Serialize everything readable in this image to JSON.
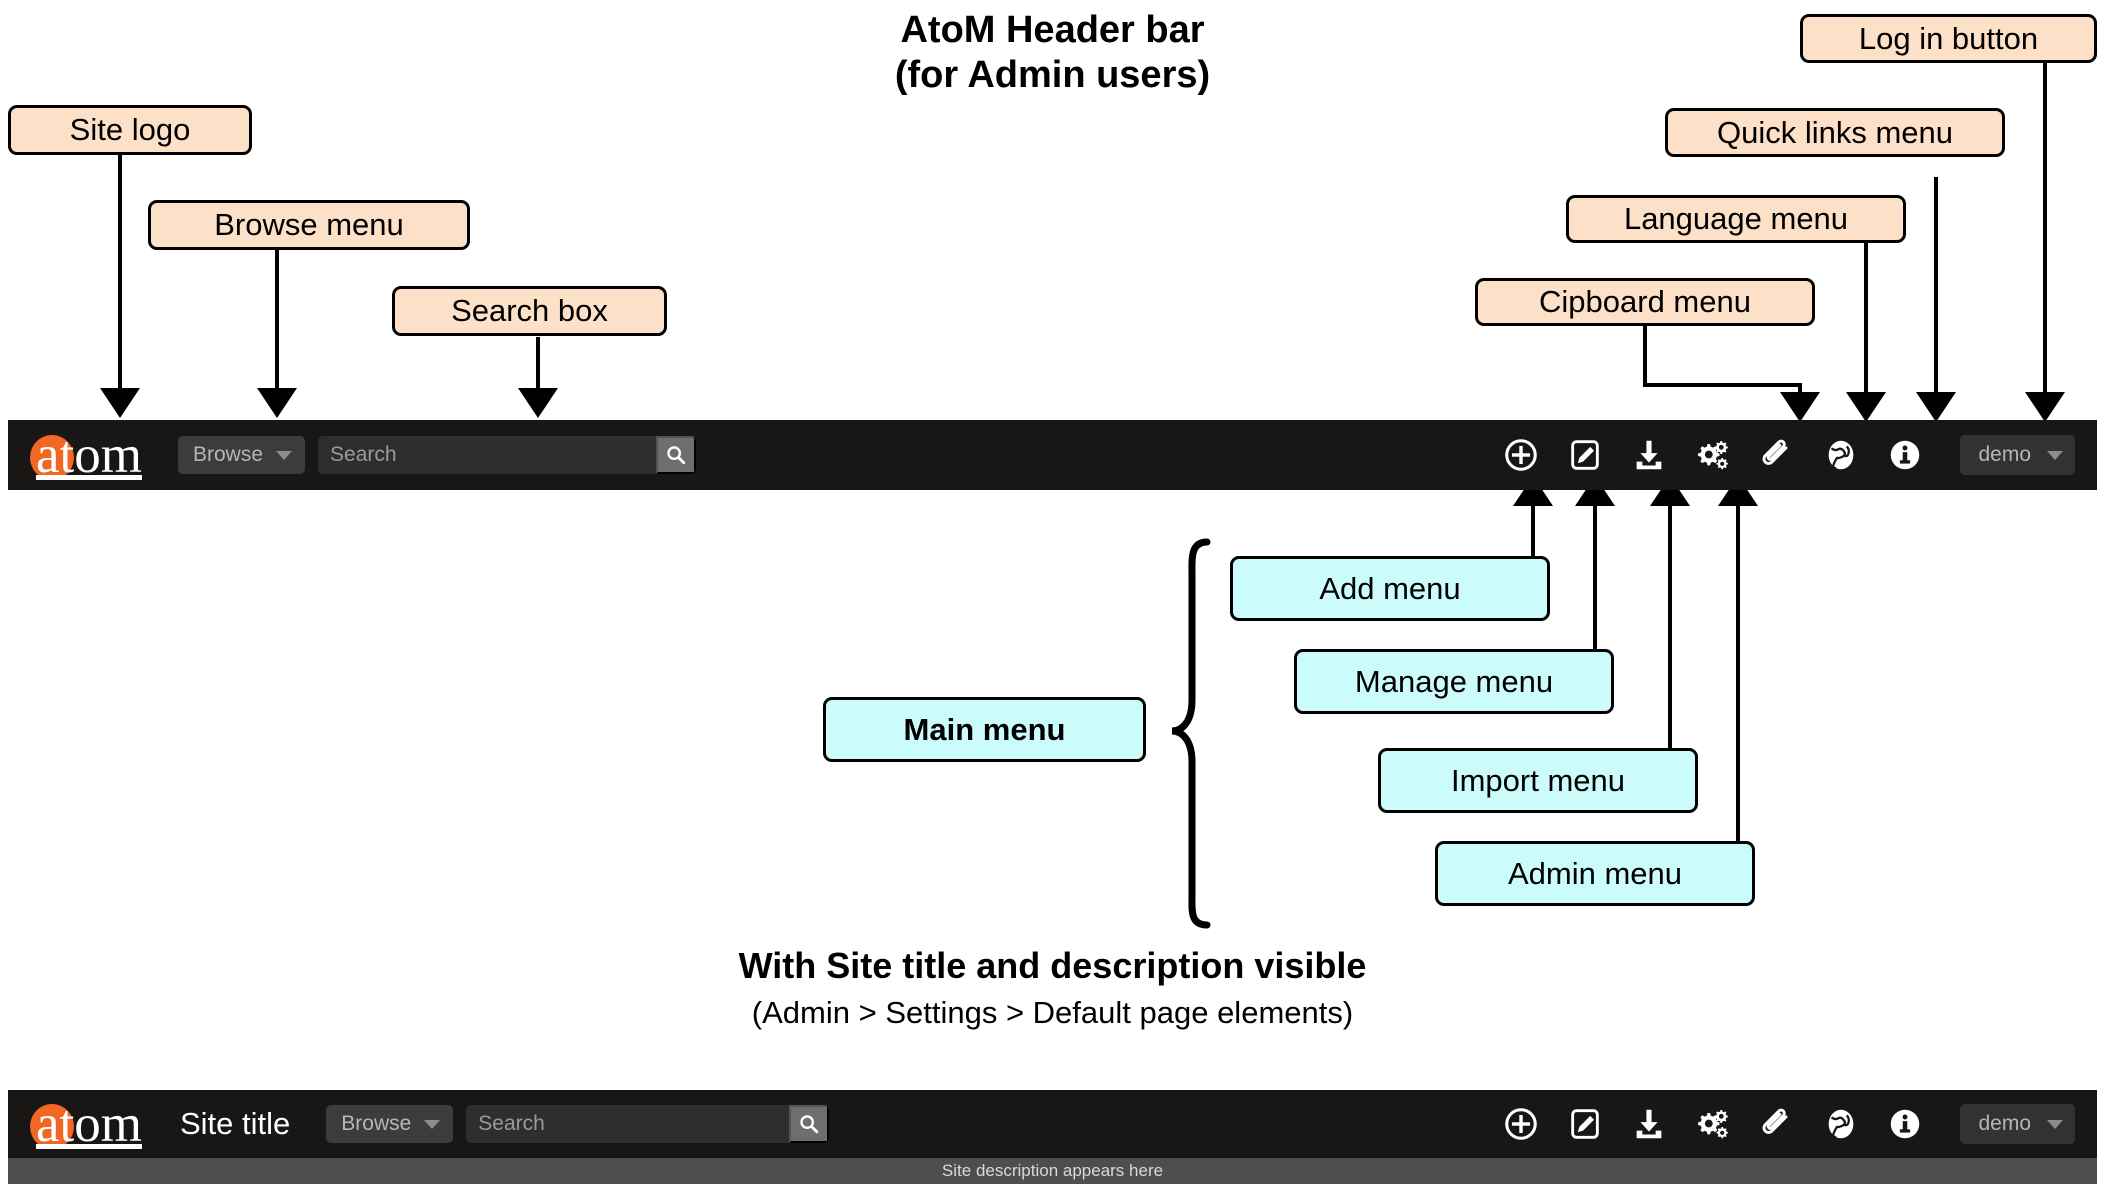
{
  "headings": {
    "main_line1": "AtoM Header bar",
    "main_line2": "(for Admin users)",
    "sub_line1": "With Site title and description visible",
    "sub_line2": "(Admin > Settings > Default page elements)"
  },
  "callouts": {
    "site_logo": "Site logo",
    "browse_menu": "Browse menu",
    "search_box": "Search box",
    "clipboard_menu": "Cipboard menu",
    "language_menu": "Language menu",
    "quick_links_menu": "Quick links menu",
    "log_in_button": "Log in button",
    "main_menu": "Main menu",
    "add_menu": "Add menu",
    "manage_menu": "Manage menu",
    "import_menu": "Import menu",
    "admin_menu": "Admin menu"
  },
  "header_bar": {
    "logo_first_letter": "a",
    "logo_rest": "tom",
    "browse_label": "Browse",
    "search_placeholder": "Search",
    "search_value": "",
    "search_icon": "magnifier-icon",
    "user_label": "demo",
    "icons": [
      {
        "name": "add-icon",
        "title": "Add menu"
      },
      {
        "name": "manage-icon",
        "title": "Manage menu"
      },
      {
        "name": "import-icon",
        "title": "Import menu"
      },
      {
        "name": "admin-icon",
        "title": "Admin menu"
      },
      {
        "name": "clipboard-icon",
        "title": "Clipboard menu"
      },
      {
        "name": "language-icon",
        "title": "Language menu"
      },
      {
        "name": "quicklinks-icon",
        "title": "Quick links menu"
      }
    ]
  },
  "header_bar_with_title": {
    "site_title": "Site title",
    "site_description": "Site description appears here"
  },
  "colors": {
    "bar_background": "#181715",
    "description_background": "#4e4e4c",
    "logo_accent": "#f26722",
    "callout_peach": "#fde0c8",
    "callout_cyan": "#ccfbfb",
    "outline": "#000000"
  }
}
